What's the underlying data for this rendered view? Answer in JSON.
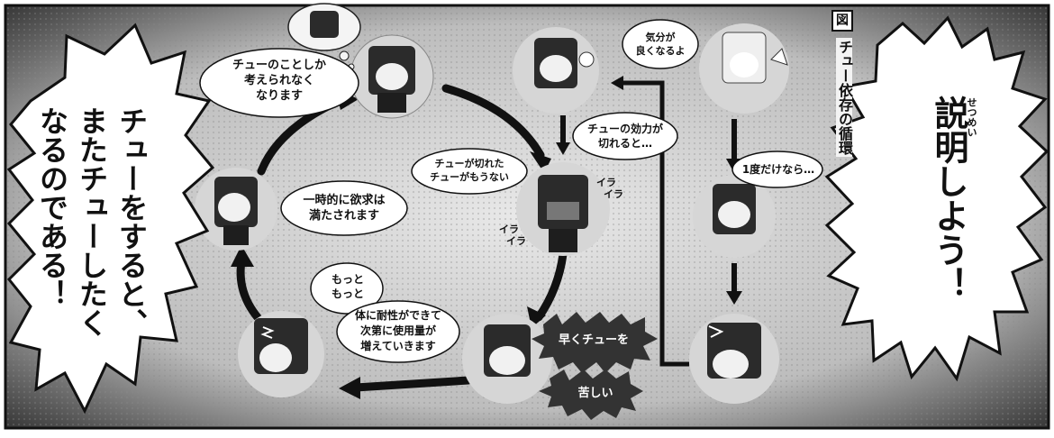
{
  "cycle": {
    "top_left": [
      "チューのことしか",
      "考えられなく",
      "なります"
    ],
    "left": [
      "一時的に欲求は",
      "満たされます"
    ],
    "bottom_left_small": [
      "もっと",
      "もっと"
    ],
    "bottom_middle": [
      "体に耐性ができて",
      "次第に使用量が",
      "増えていきます"
    ],
    "center": [
      "チューが切れた",
      "チューがもうない"
    ],
    "irritation_1": [
      "イラ",
      "イラ"
    ],
    "irritation_2": [
      "イラ",
      "イラ"
    ],
    "wear_off": [
      "チューの効力が",
      "切れると…"
    ]
  },
  "right_column": {
    "feel_good": [
      "気分が",
      "良くなるよ"
    ],
    "just_once": "1度だけなら…"
  },
  "burst_labels": {
    "hurry": "早くチューを",
    "painful": "苦しい"
  },
  "left_burst": {
    "lines": [
      "チューをすると、",
      "またチューしたく",
      "なるのである！"
    ]
  },
  "right_burst": {
    "ruby": "せつめい",
    "main": "説明しよう！"
  },
  "figure_label": {
    "badge": "図",
    "title": "チュー依存の循環"
  }
}
